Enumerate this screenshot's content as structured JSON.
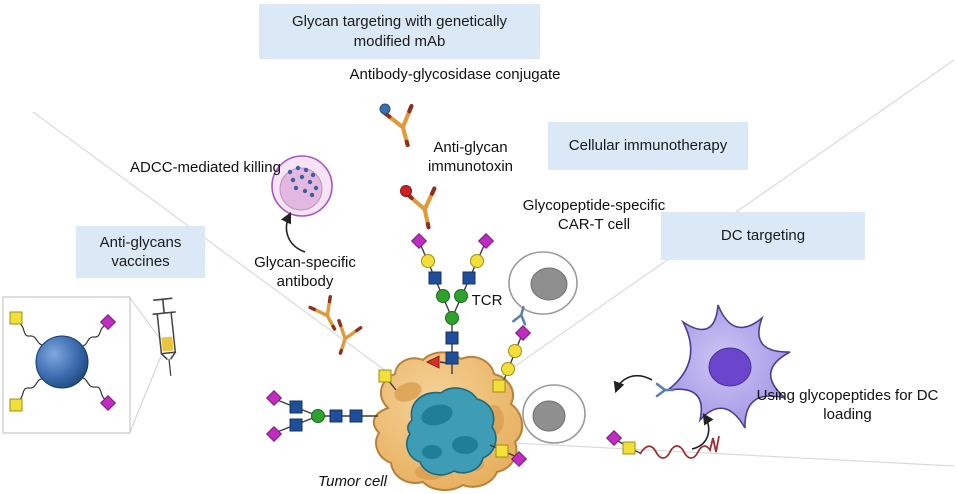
{
  "boxes": {
    "glycan_targeting": {
      "label": "Glycan targeting with genetically modified mAb"
    },
    "cellular_immunotherapy": {
      "label": "Cellular immunotherapy"
    },
    "dc_targeting": {
      "label": "DC targeting"
    },
    "anti_glycans_vaccines": {
      "label": "Anti-glycans vaccines"
    }
  },
  "labels": {
    "antibody_glycosidase": "Antibody-glycosidase conjugate",
    "anti_glycan_immunotoxin": "Anti-glycan immunotoxin",
    "glycopeptide_car_t": "Glycopeptide-specific CAR-T cell",
    "adcc_killing": "ADCC-mediated killing",
    "glycan_specific_antibody": "Glycan-specific antibody",
    "tcr": "TCR",
    "tumor_cell": "Tumor cell",
    "dc_loading": "Using glycopeptides for DC loading"
  },
  "icons": {
    "antibody": "antibody-y-icon",
    "syringe": "syringe-icon",
    "vaccine_particle": "glycan-nanoparticle-icon",
    "tumor": "tumor-cell",
    "effector": "adcc-effector-cell",
    "car_t": "car-t-cell",
    "dendritic": "dendritic-cell",
    "peptide": "glycopeptide-squiggle"
  },
  "colors": {
    "panel_bg": "#dbe9f6",
    "antibody_orange": "#e09a3c",
    "antibody_tip": "#8f2f1f",
    "glycan_blue": "#1f4e9c",
    "glycan_green": "#2ea12e",
    "glycan_yellow": "#f2df3a",
    "glycan_magenta": "#bf2cbf",
    "glycan_red": "#d93025",
    "tumor_body": "#eebd74",
    "tumor_nucleus": "#3e9db5",
    "dc_body": "#a79ae8",
    "dc_nucleus": "#6b46cc",
    "adcc_outer": "#f6e3f4",
    "adcc_inner": "#e3b8e0",
    "cart_nucleus": "#8f8f8f",
    "conjugate_blue_dot": "#3a6fae",
    "toxin_red_dot": "#cc2222"
  }
}
